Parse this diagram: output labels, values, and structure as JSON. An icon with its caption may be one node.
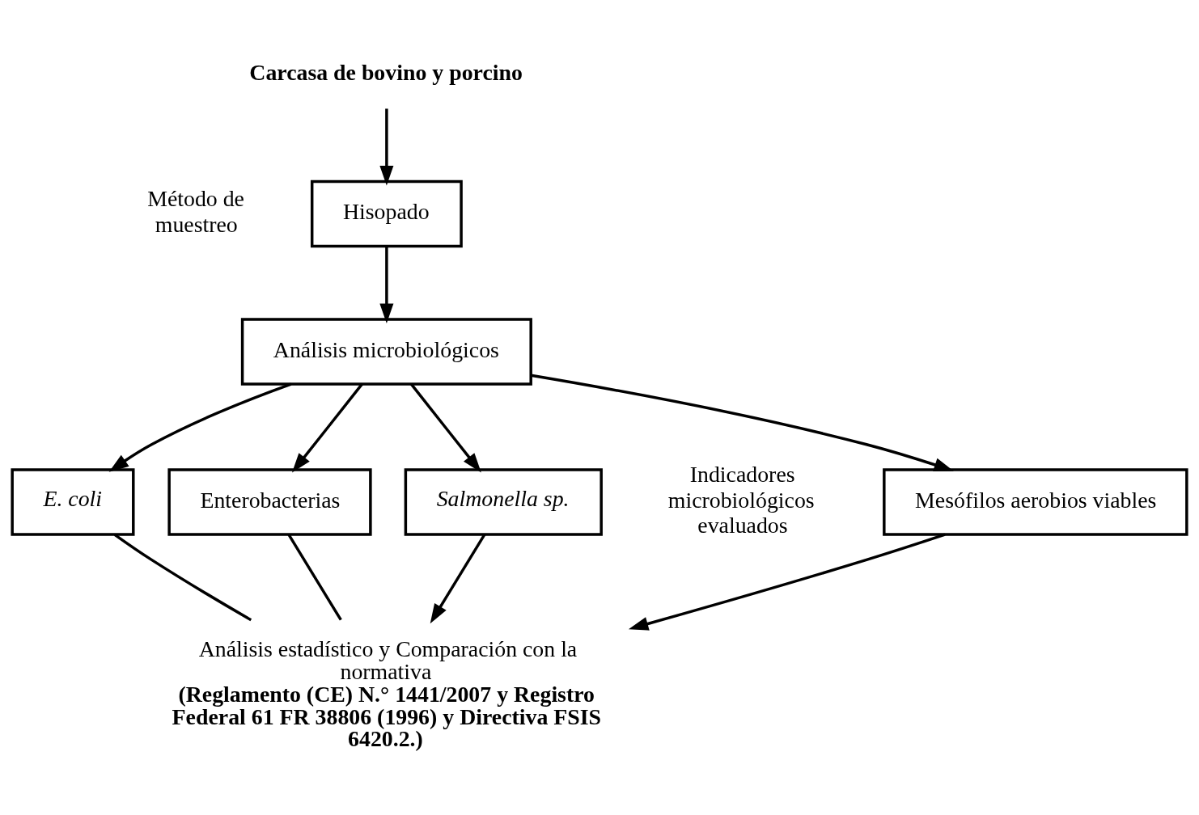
{
  "diagram": {
    "nodes": [
      {
        "text": [
          "Carcasa de bovino y porcino"
        ]
      },
      {
        "text": [
          "Hisopado"
        ]
      },
      {
        "text": [
          "Análisis microbiológicos"
        ]
      },
      {
        "text": [
          "Mesófilos aerobios viables"
        ]
      },
      {
        "text": [
          "E. coli"
        ]
      },
      {
        "text": [
          "Enterobacterias"
        ]
      },
      {
        "text": [
          "Salmonella sp."
        ]
      },
      {
        "text": [
          "Análisis estadístico y Comparación con la normativa",
          "(Reglamento (CE) N.° 1441/2007 y Registro Federal 61 FR 38806 (1996) y Directiva FSIS 6420.2.)"
        ]
      }
    ],
    "edges": [
      {
        "from": 0,
        "to": 1,
        "arrow": "to"
      },
      {
        "from": 1,
        "to": 2,
        "arrow": "to"
      },
      {
        "from": 2,
        "to": 3,
        "arrow": "to"
      },
      {
        "from": 2,
        "to": 4,
        "arrow": "to"
      },
      {
        "from": 2,
        "to": 5,
        "arrow": "to"
      },
      {
        "from": 2,
        "to": 6,
        "arrow": "to"
      },
      {
        "from": 3,
        "to": 7,
        "arrow": "to"
      },
      {
        "from": 4,
        "to": 7,
        "arrow": "none"
      },
      {
        "from": 5,
        "to": 7,
        "arrow": "none"
      },
      {
        "from": 6,
        "to": 7,
        "arrow": "to"
      }
    ],
    "labels": [
      "Método de muestreo",
      "Indicadores microbiológicos evaluados"
    ]
  }
}
